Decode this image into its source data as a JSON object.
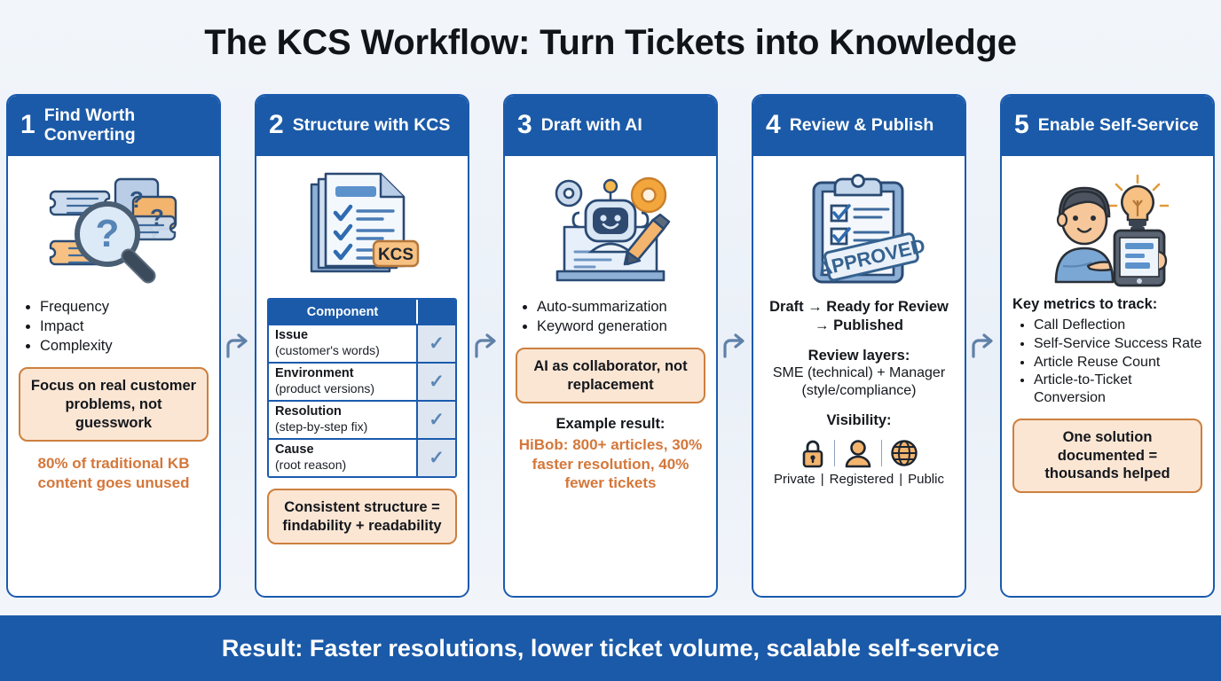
{
  "title": "The KCS Workflow: Turn Tickets into Knowledge",
  "colors": {
    "header_blue": "#1b5aa8",
    "card_border": "#1b5bae",
    "callout_border": "#cd7f3e",
    "callout_fill": "#fbe6d4",
    "stat_orange": "#d4773a",
    "page_bg": "#eef3f9"
  },
  "arrow_icon": "arrow-right-icon",
  "cards": [
    {
      "number": "1",
      "title": "Find Worth Converting",
      "illustration": "magnifier-over-tickets-icon",
      "bullets": [
        "Frequency",
        "Impact",
        "Complexity"
      ],
      "callout": "Focus on real customer problems, not guesswork",
      "stat": "80% of traditional KB content goes unused"
    },
    {
      "number": "2",
      "title": "Structure with KCS",
      "illustration": "kcs-checklist-document-icon",
      "table": {
        "header": "Component",
        "rows": [
          {
            "name": "Issue",
            "sub": "(customer's words)",
            "check": "✓"
          },
          {
            "name": "Environment",
            "sub": "(product versions)",
            "check": "✓"
          },
          {
            "name": "Resolution",
            "sub": "(step-by-step fix)",
            "check": "✓"
          },
          {
            "name": "Cause",
            "sub": "(root reason)",
            "check": "✓"
          }
        ]
      },
      "callout": "Consistent structure = findability + readability"
    },
    {
      "number": "3",
      "title": "Draft with AI",
      "illustration": "ai-robot-writing-icon",
      "bullets": [
        "Auto-summarization",
        "Keyword generation"
      ],
      "callout": "AI as collaborator, not replacement",
      "example_label": "Example result:",
      "stat": "HiBob: 800+ articles, 30% faster resolution, 40% fewer tickets"
    },
    {
      "number": "4",
      "title": "Review & Publish",
      "illustration": "approved-clipboard-icon",
      "flow": "Draft → Ready for Review → Published",
      "review_label": "Review layers:",
      "review_text": "SME (technical) + Manager (style/compliance)",
      "visibility_label": "Visibility:",
      "visibility": [
        {
          "icon": "lock-icon",
          "label": "Private"
        },
        {
          "icon": "person-icon",
          "label": "Registered"
        },
        {
          "icon": "globe-icon",
          "label": "Public"
        }
      ],
      "separator": "|"
    },
    {
      "number": "5",
      "title": "Enable Self-Service",
      "illustration": "person-with-tablet-idea-icon",
      "metrics_label": "Key metrics to track:",
      "bullets": [
        "Call Deflection",
        "Self-Service Success Rate",
        "Article Reuse Count",
        "Article-to-Ticket Conversion"
      ],
      "callout": "One solution documented = thousands helped"
    }
  ],
  "footer": "Result: Faster resolutions, lower ticket volume, scalable self-service"
}
